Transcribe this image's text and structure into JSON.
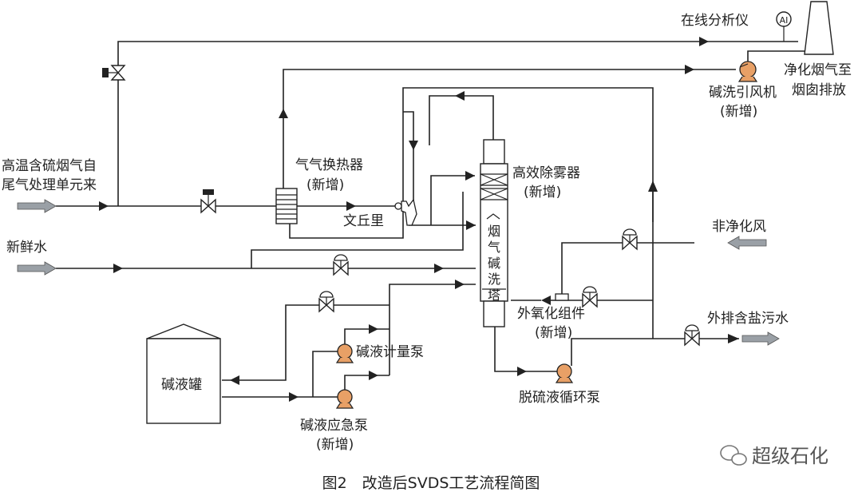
{
  "colors": {
    "line": "#222222",
    "pump": "#e8a066",
    "pipe_arrow": "#9aa0a6",
    "background": "#ffffff"
  },
  "labels": {
    "online_analyzer": "在线分析仪",
    "ai_tag": "AI",
    "stack_l1": "净化烟气至",
    "stack_l2": "烟囱排放",
    "fan_l1": "碱洗引风机",
    "fan_l2": "(新增)",
    "inlet_l1": "高温含硫烟气自",
    "inlet_l2": "尾气处理单元来",
    "hx_l1": "气气换热器",
    "hx_l2": "(新增)",
    "demister_l1": "高效除雾器",
    "demister_l2": "(新增)",
    "venturi": "文丘里",
    "tower_chars": [
      "烟",
      "气",
      "碱",
      "洗",
      "塔"
    ],
    "fresh_water": "新鲜水",
    "air": "非净化风",
    "oxid_l1": "外氧化组件",
    "oxid_l2": "(新增)",
    "wastewater": "外排含盐污水",
    "tank": "碱液罐",
    "meter_pump": "碱液计量泵",
    "emerg_l1": "碱液应急泵",
    "emerg_l2": "(新增)",
    "circ_pump": "脱硫液循环泵",
    "caption": "图2　改造后SVDS工艺流程简图",
    "watermark": "超级石化",
    "watermark_icon": "wechat-icon"
  }
}
